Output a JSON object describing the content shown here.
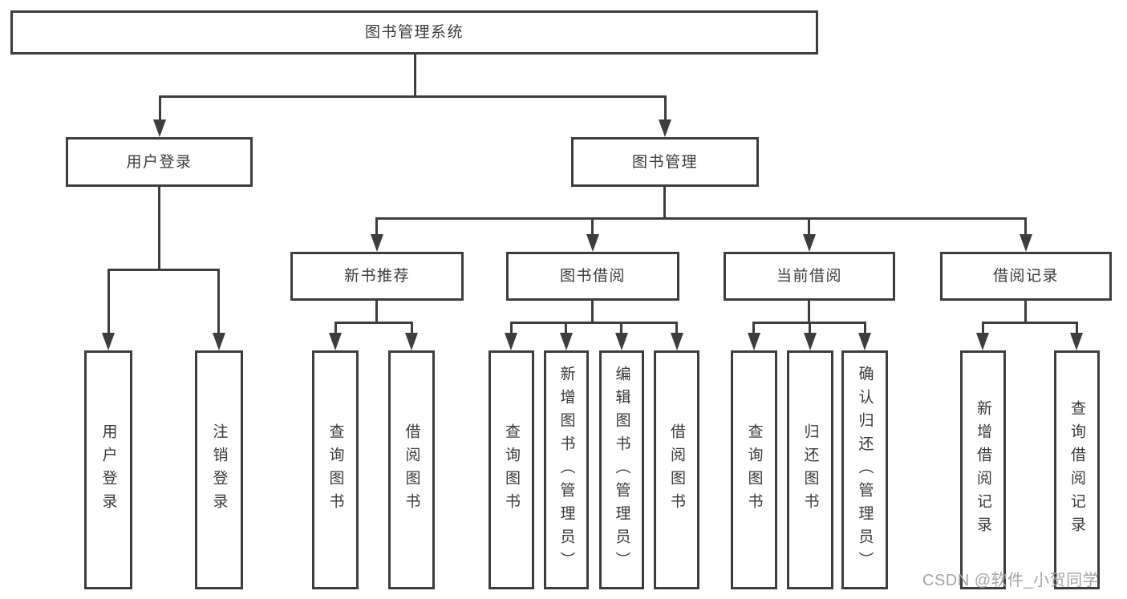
{
  "colors": {
    "background": "#ffffff",
    "line": "#3d3d3d",
    "text": "#3a3a3a",
    "watermark_text": "#a5a5a5"
  },
  "diagram": {
    "type": "hierarchy-tree",
    "root": {
      "label": "图书管理系统"
    },
    "level2": [
      {
        "label": "用户登录",
        "parent": "图书管理系统"
      },
      {
        "label": "图书管理",
        "parent": "图书管理系统"
      }
    ],
    "level3": [
      {
        "label": "新书推荐",
        "parent": "图书管理"
      },
      {
        "label": "图书借阅",
        "parent": "图书管理"
      },
      {
        "label": "当前借阅",
        "parent": "图书管理"
      },
      {
        "label": "借阅记录",
        "parent": "图书管理"
      }
    ],
    "leaves": [
      {
        "label": "用户登录",
        "parent": "用户登录"
      },
      {
        "label": "注销登录",
        "parent": "用户登录"
      },
      {
        "label": "查询图书",
        "parent": "新书推荐"
      },
      {
        "label": "借阅图书",
        "parent": "新书推荐"
      },
      {
        "label": "查询图书",
        "parent": "图书借阅"
      },
      {
        "label": "新增图书（管理员）",
        "parent": "图书借阅"
      },
      {
        "label": "编辑图书（管理员）",
        "parent": "图书借阅"
      },
      {
        "label": "借阅图书",
        "parent": "图书借阅"
      },
      {
        "label": "查询图书",
        "parent": "当前借阅"
      },
      {
        "label": "归还图书",
        "parent": "当前借阅"
      },
      {
        "label": "确认归还（管理员）",
        "parent": "当前借阅"
      },
      {
        "label": "新增借阅记录",
        "parent": "借阅记录"
      },
      {
        "label": "查询借阅记录",
        "parent": "借阅记录"
      }
    ]
  },
  "watermark": {
    "text": "CSDN @软件_小贺同学"
  }
}
